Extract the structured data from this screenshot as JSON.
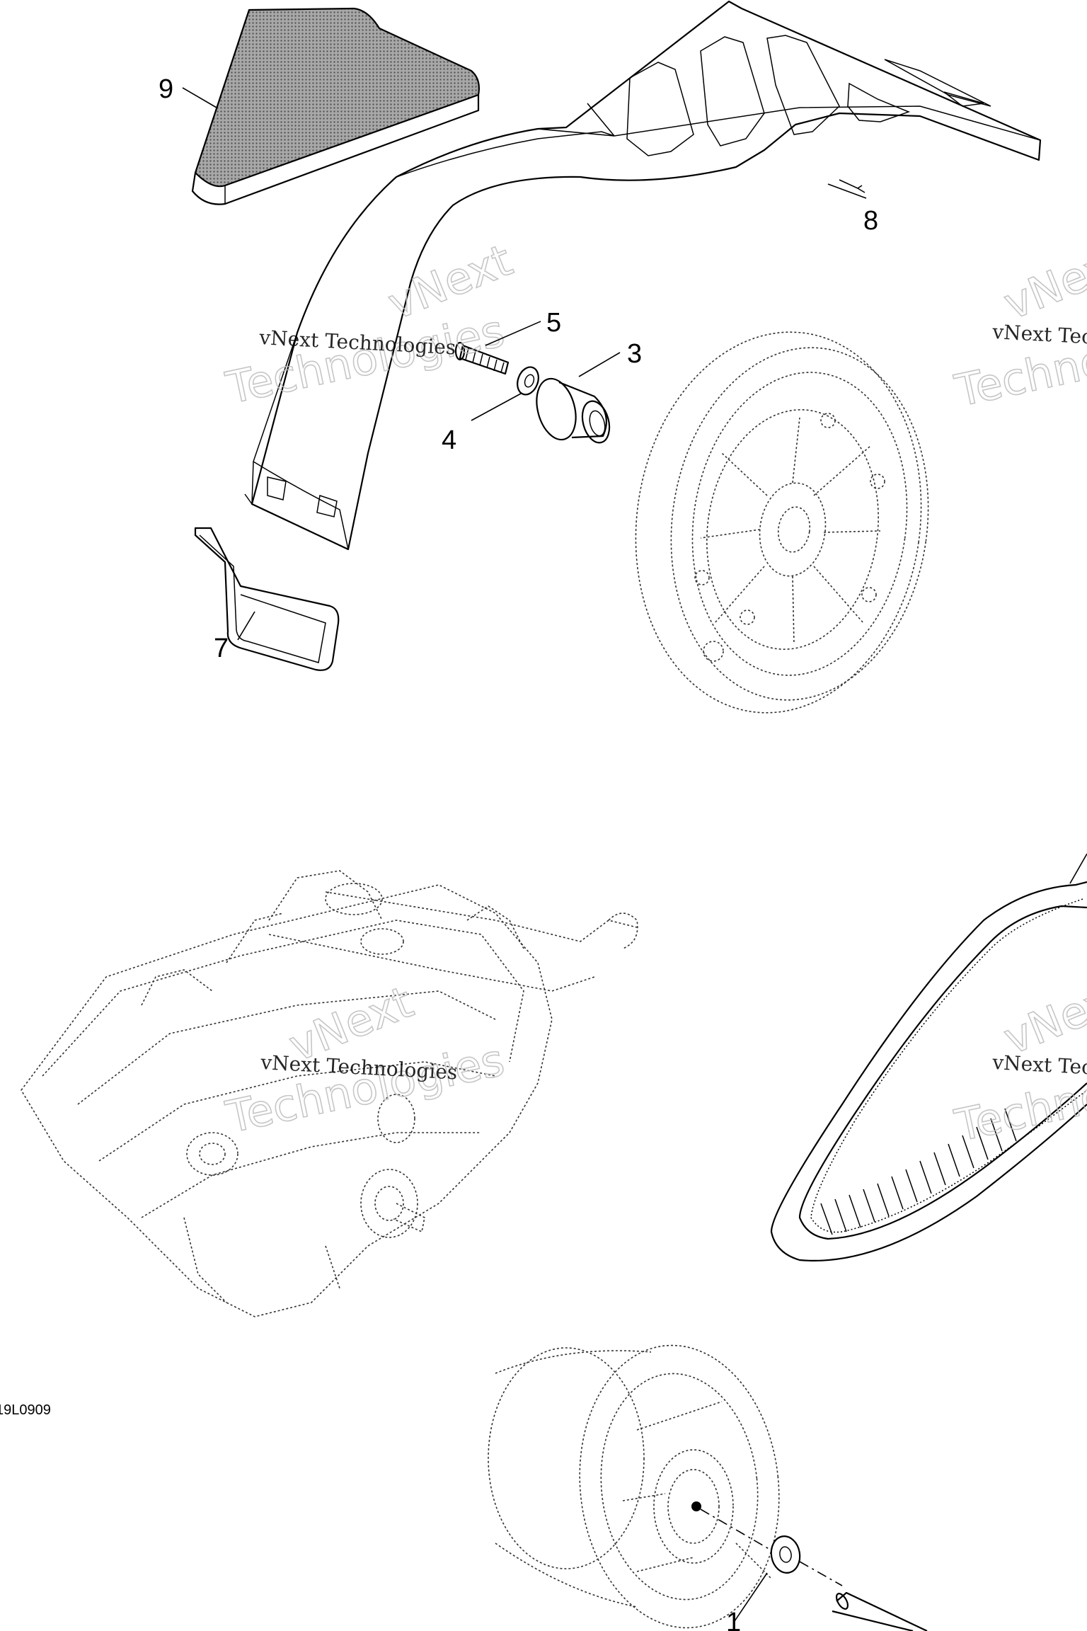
{
  "callouts": {
    "c1": "1",
    "c3": "3",
    "c4": "4",
    "c5": "5",
    "c7": "7",
    "c8": "8",
    "c9": "9"
  },
  "figure_code": "19L0909",
  "watermark": {
    "line_small": "vNext Technologies",
    "line_big_1": "vNext",
    "line_big_2": "Technologies"
  },
  "colors": {
    "line": "#000000",
    "dashed": "#333333",
    "pad_fill": "#8c8c8c",
    "watermark_outline": "#bdbdbd"
  }
}
